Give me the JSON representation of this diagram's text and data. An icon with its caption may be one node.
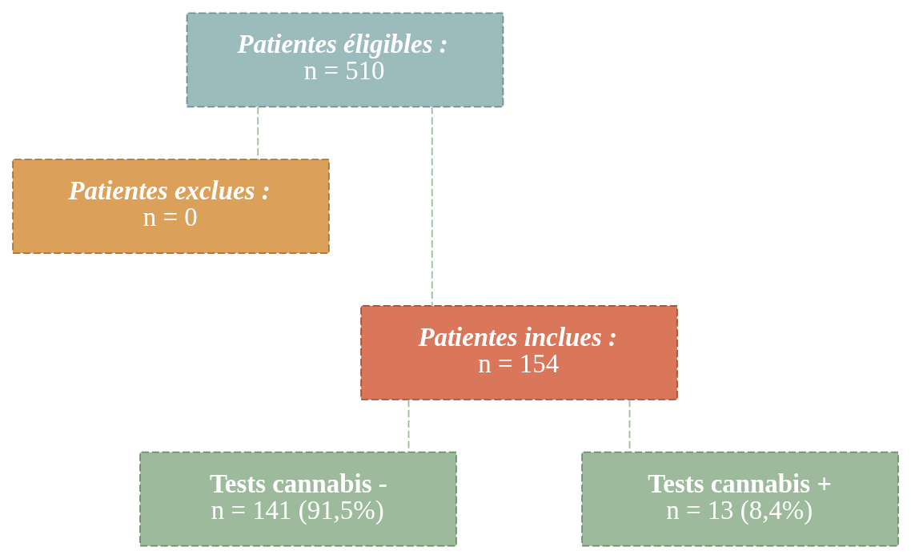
{
  "diagram": {
    "nodes": [
      {
        "text": [
          "Patientes éligibles :",
          "n = 510"
        ]
      },
      {
        "text": [
          "Patientes exclues :",
          "n = 0"
        ]
      },
      {
        "text": [
          "Patientes inclues :",
          "n = 154"
        ]
      },
      {
        "text": [
          "Tests cannabis -",
          "n = 141 (91,5%)"
        ]
      },
      {
        "text": [
          "Tests cannabis +",
          "n = 13 (8,4%)"
        ]
      }
    ],
    "edges": [
      {
        "from": 0,
        "to": 1,
        "arrow": "none",
        "style": "dashed"
      },
      {
        "from": 0,
        "to": 2,
        "arrow": "none",
        "style": "dashed"
      },
      {
        "from": 2,
        "to": 3,
        "arrow": "none",
        "style": "dashed"
      },
      {
        "from": 2,
        "to": 4,
        "arrow": "none",
        "style": "dashed"
      }
    ]
  }
}
